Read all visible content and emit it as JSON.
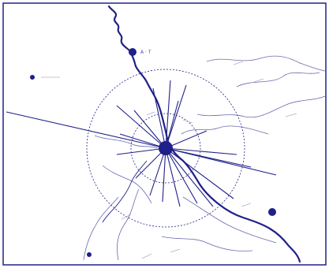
{
  "map": {
    "title": "",
    "ink_color": "#20208a",
    "light_ink_color": "#8a8ac0",
    "background_color": "#ffffff",
    "frame_color": "#20208a",
    "places": [
      {
        "id": "town-north",
        "label": "A · T"
      },
      {
        "id": "town-west",
        "label": ""
      },
      {
        "id": "town-southeast",
        "label": ""
      },
      {
        "id": "town-southwest",
        "label": ""
      }
    ],
    "hub": {
      "label": ""
    },
    "range_rings": 2
  }
}
